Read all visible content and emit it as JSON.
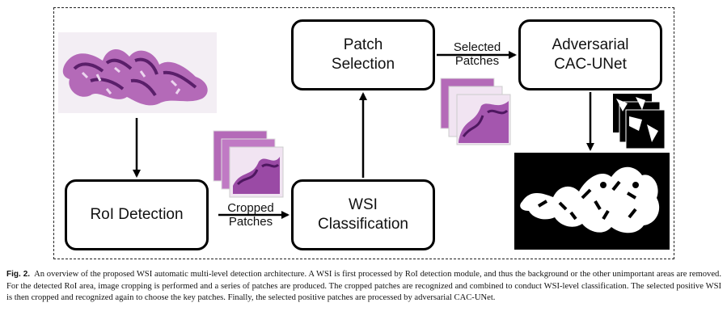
{
  "boxes": {
    "roi": "RoI Detection",
    "patch_selection": "Patch\nSelection",
    "wsi_classification": "WSI\nClassification",
    "adversarial": "Adversarial\nCAC-UNet"
  },
  "edge_labels": {
    "cropped": "Cropped\nPatches",
    "selected": "Selected\nPatches"
  },
  "caption": {
    "prefix": "Fig. 2.",
    "text": "An overview of the proposed WSI automatic multi-level detection architecture. A WSI is first processed by RoI detection module, and thus the background or the other unimportant areas are removed. For the detected RoI area, image cropping is performed and a series of patches are produced. The cropped patches are recognized and combined to conduct WSI-level classification. The selected positive WSI is then cropped and recognized again to choose the key patches. Finally, the selected positive patches are processed by adversarial CAC-UNet."
  },
  "colors": {
    "tissue_dark": "#6a2a7a",
    "tissue_light": "#c98ac8",
    "stroke": "#000000"
  }
}
